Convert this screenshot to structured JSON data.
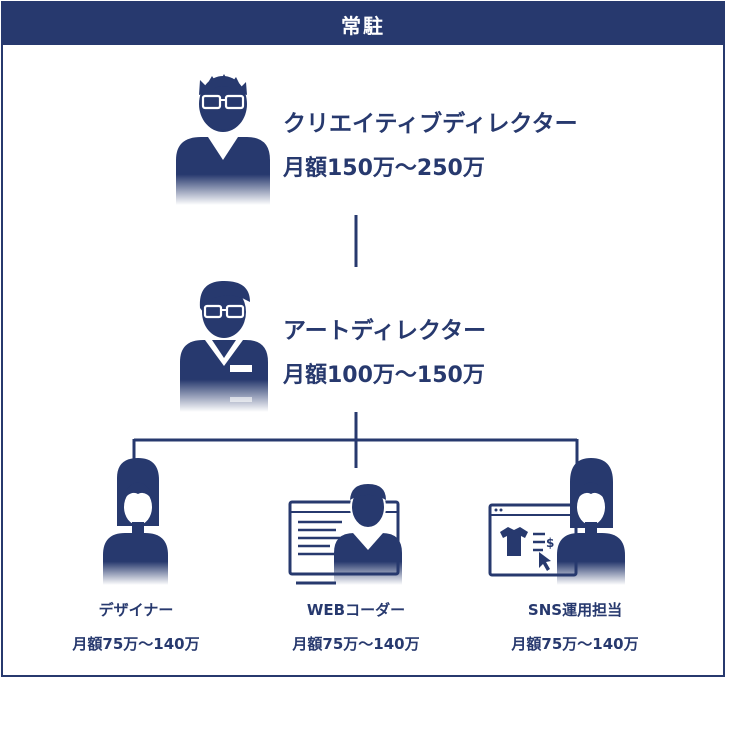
{
  "header": {
    "title": "常駐"
  },
  "colors": {
    "navy": "#27396e",
    "white": "#ffffff"
  },
  "roles": {
    "creative_director": {
      "title": "クリエイティブディレクター",
      "pay": "月額150万～250万"
    },
    "art_director": {
      "title": "アートディレクター",
      "pay": "月額100万～150万"
    },
    "designer": {
      "title": "デザイナー",
      "pay": "月額75万～140万"
    },
    "web_coder": {
      "title": "WEBコーダー",
      "pay": "月額75万～140万"
    },
    "sns": {
      "title": "SNS運用担当",
      "pay": "月額75万～140万"
    }
  },
  "icons": [
    "person-glasses-icon",
    "person-glasses-badge-icon",
    "person-female-icon",
    "monitor-person-icon",
    "shop-screen-person-icon"
  ]
}
